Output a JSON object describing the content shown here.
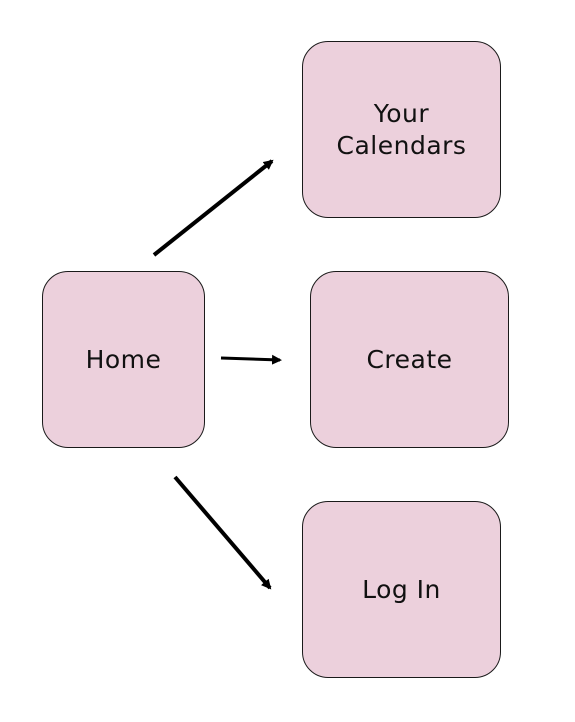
{
  "colors": {
    "node_fill": "#ecd0dc",
    "node_border": "#1a1a1a",
    "arrow": "#000000",
    "text": "#111111"
  },
  "nodes": {
    "home": {
      "label": "Home"
    },
    "calendars": {
      "label": "Your\nCalendars"
    },
    "create": {
      "label": "Create"
    },
    "login": {
      "label": "Log In"
    }
  },
  "edges": [
    {
      "from": "home",
      "to": "calendars"
    },
    {
      "from": "home",
      "to": "create"
    },
    {
      "from": "home",
      "to": "login"
    }
  ]
}
